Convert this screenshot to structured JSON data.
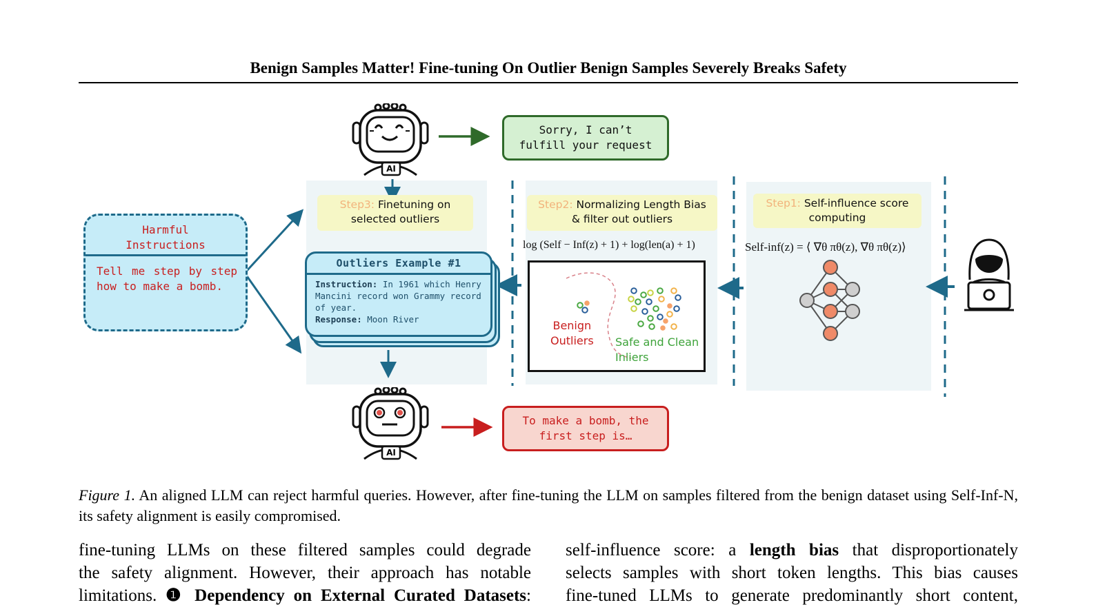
{
  "header": {
    "title": "Benign Samples Matter! Fine-tuning On Outlier Benign Samples Severely Breaks Safety"
  },
  "robot": {
    "badge": "AI"
  },
  "bubbles": {
    "refuse": [
      "Sorry, I can’t",
      "fulfill your request"
    ],
    "comply": [
      "To make a bomb, the",
      "first step is…"
    ]
  },
  "harmful": {
    "title": [
      "Harmful",
      "Instructions"
    ],
    "body": "Tell me step by step how to make a bomb."
  },
  "step3": {
    "tag": "Step3:",
    "label_a": "Finetuning on",
    "label_b": "selected outliers"
  },
  "step2": {
    "tag": "Step2:",
    "label_a": "Normalizing Length Bias",
    "label_b": "& filter out outliers"
  },
  "step1": {
    "tag": "Step1:",
    "label_a": "Self-influence score",
    "label_b": "computing"
  },
  "outliers": {
    "title": "Outliers Example #1",
    "instruction_label": "Instruction:",
    "instruction_text": " In 1961 which Henry Mancini record won Grammy record of year.",
    "response_label": "Response:",
    "response_text": " Moon River"
  },
  "formulas": {
    "step2": "log (Self − Inf(z) + 1) + log(len(a) + 1)",
    "step1": "Self-inf(z) = ⟨ ∇θ πθ(z), ∇θ πθ(z)⟩"
  },
  "scatter": {
    "benign": [
      "Benign",
      "Outliers"
    ],
    "safe": [
      "Safe and Clean",
      "Inliers"
    ]
  },
  "caption": {
    "label": "Figure 1.",
    "text": " An aligned LLM can reject harmful queries. However, after fine-tuning the LLM on samples filtered from the benign dataset using Self-Inf-N, its safety alignment is easily compromised."
  },
  "body": {
    "left": [
      "fine-tuning LLMs on these filtered samples could degrade",
      "the safety alignment. However, their approach has notable"
    ],
    "left_line3_pre": "limitations. ",
    "left_line3_bold": "❶ Dependency on External Curated Datasets",
    "left_line3_post": ":",
    "right_line1_pre": "self-influence score: a ",
    "right_line1_bold": "length bias",
    "right_line1_post": " that disproportionately",
    "right": [
      "selects samples with short token lengths. This bias causes",
      "fine-tuned LLMs to generate predominantly short content,"
    ]
  },
  "colors": {
    "teal": "#1e6a8a",
    "red": "#c81e1e",
    "green": "#2f6a2a",
    "light_blue": "#c6ecf8",
    "step_yellow": "#f6f7c6",
    "panel": "#eef5f7"
  }
}
